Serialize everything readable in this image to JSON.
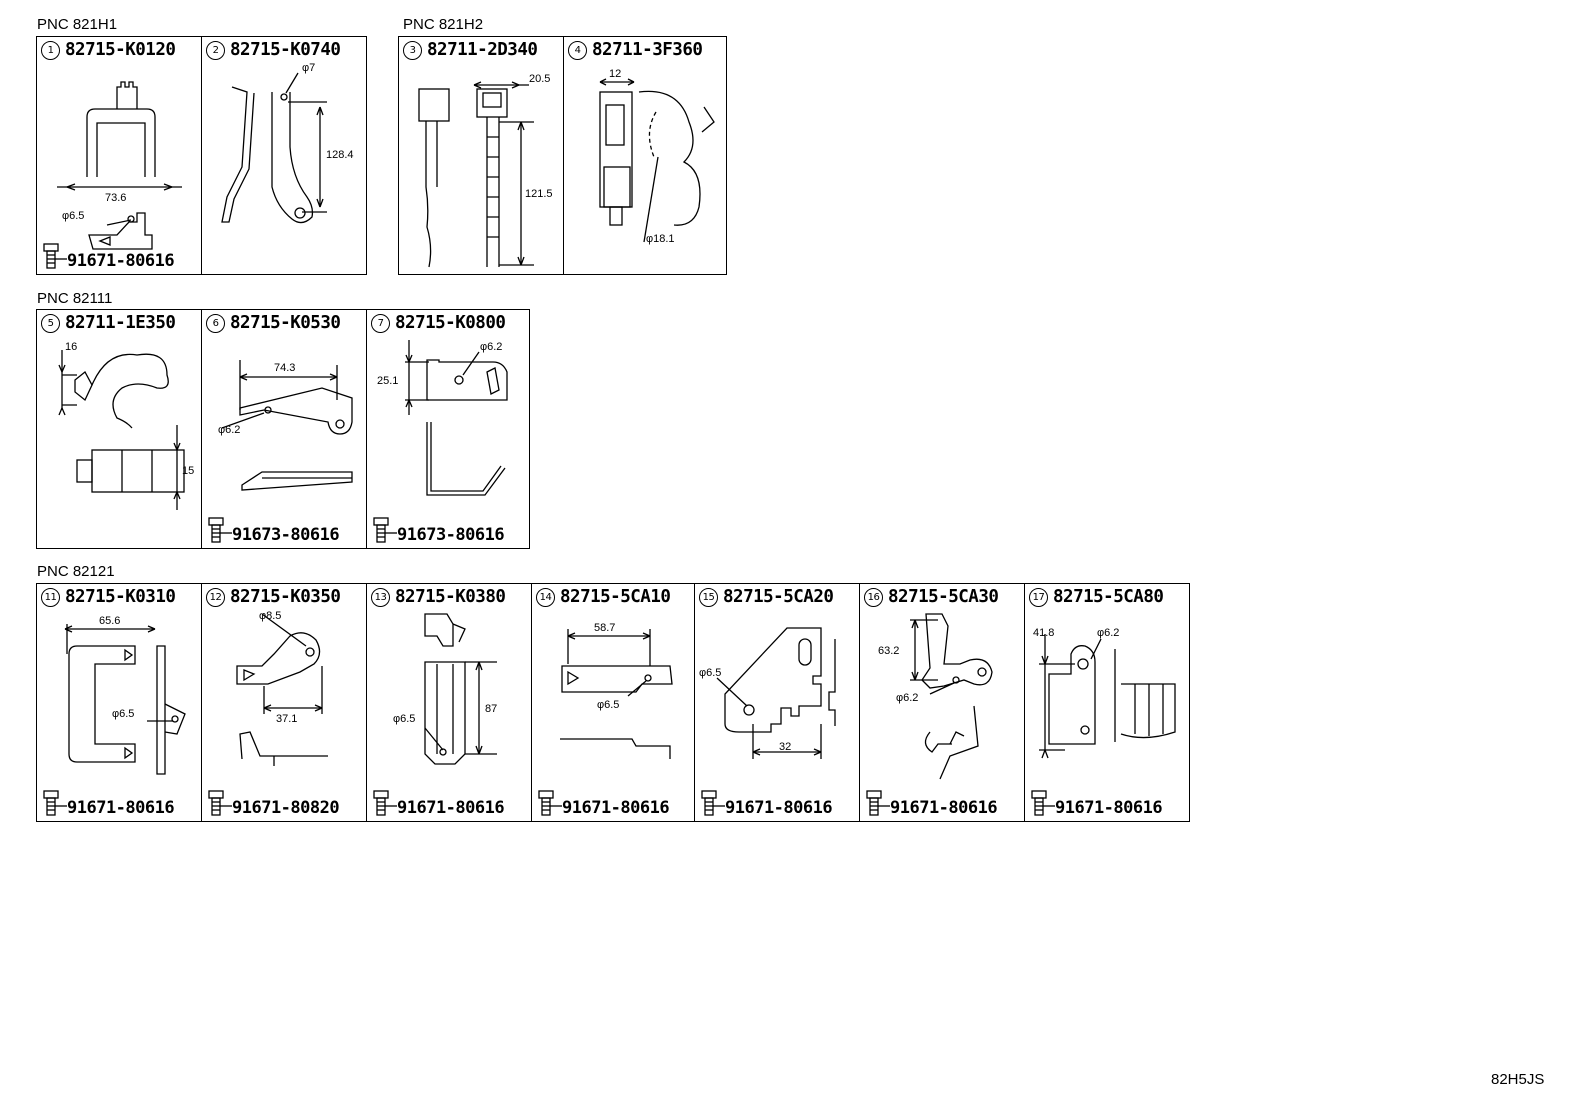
{
  "groups": [
    {
      "pnc_a": "PNC 821H1",
      "pnc_b": "PNC 821H2",
      "cells": [
        {
          "num": "1",
          "part": "82715-K0120",
          "bolt": "91671-80616",
          "dims": [
            "73.6",
            "φ6.5"
          ]
        },
        {
          "num": "2",
          "part": "82715-K0740",
          "bolt": "",
          "dims": [
            "φ7",
            "128.4"
          ]
        },
        {
          "num": "3",
          "part": "82711-2D340",
          "bolt": "",
          "dims": [
            "20.5",
            "121.5"
          ]
        },
        {
          "num": "4",
          "part": "82711-3F360",
          "bolt": "",
          "dims": [
            "12",
            "φ18.1"
          ]
        }
      ]
    },
    {
      "pnc": "PNC 82111",
      "cells": [
        {
          "num": "5",
          "part": "82711-1E350",
          "bolt": "",
          "dims": [
            "16",
            "15"
          ]
        },
        {
          "num": "6",
          "part": "82715-K0530",
          "bolt": "91673-80616",
          "dims": [
            "74.3",
            "φ6.2"
          ]
        },
        {
          "num": "7",
          "part": "82715-K0800",
          "bolt": "91673-80616",
          "dims": [
            "φ6.2",
            "25.1"
          ]
        }
      ]
    },
    {
      "pnc": "PNC 82121",
      "cells": [
        {
          "num": "11",
          "part": "82715-K0310",
          "bolt": "91671-80616",
          "dims": [
            "65.6",
            "φ6.5"
          ]
        },
        {
          "num": "12",
          "part": "82715-K0350",
          "bolt": "91671-80820",
          "dims": [
            "φ8.5",
            "37.1"
          ]
        },
        {
          "num": "13",
          "part": "82715-K0380",
          "bolt": "91671-80616",
          "dims": [
            "φ6.5",
            "87"
          ]
        },
        {
          "num": "14",
          "part": "82715-5CA10",
          "bolt": "91671-80616",
          "dims": [
            "58.7",
            "φ6.5"
          ]
        },
        {
          "num": "15",
          "part": "82715-5CA20",
          "bolt": "91671-80616",
          "dims": [
            "φ6.5",
            "32"
          ]
        },
        {
          "num": "16",
          "part": "82715-5CA30",
          "bolt": "91671-80616",
          "dims": [
            "63.2",
            "φ6.2"
          ]
        },
        {
          "num": "17",
          "part": "82715-5CA80",
          "bolt": "91671-80616",
          "dims": [
            "41.8",
            "φ6.2"
          ]
        }
      ]
    }
  ],
  "illustration_code": "82H5JS"
}
